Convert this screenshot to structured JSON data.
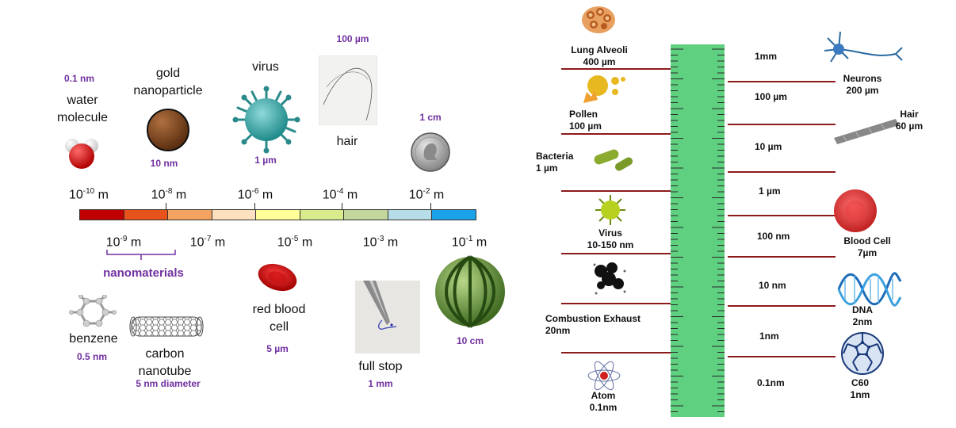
{
  "left": {
    "water": {
      "name": [
        "water",
        "molecule"
      ],
      "size": "0.1 nm"
    },
    "gold": {
      "name": [
        "gold",
        "nanoparticle"
      ],
      "size": "10 nm"
    },
    "virus": {
      "name": "virus",
      "size": "1 µm"
    },
    "hair": {
      "name": "hair",
      "size": "100 µm"
    },
    "coin": {
      "size": "1 cm"
    },
    "ticks_top": [
      {
        "base": "10",
        "exp": "-10",
        "unit": " m"
      },
      {
        "base": "10",
        "exp": "-8",
        "unit": " m"
      },
      {
        "base": "10",
        "exp": "-6",
        "unit": " m"
      },
      {
        "base": "10",
        "exp": "-4",
        "unit": " m"
      },
      {
        "base": "10",
        "exp": "-2",
        "unit": " m"
      }
    ],
    "ticks_bottom": [
      {
        "base": "10",
        "exp": "-9",
        "unit": " m"
      },
      {
        "base": "10",
        "exp": "-7",
        "unit": " m"
      },
      {
        "base": "10",
        "exp": "-5",
        "unit": " m"
      },
      {
        "base": "10",
        "exp": "-3",
        "unit": " m"
      },
      {
        "base": "10",
        "exp": "-1",
        "unit": " m"
      }
    ],
    "scale_colors": [
      "#c00000",
      "#e8531c",
      "#f4a460",
      "#fde0c0",
      "#ffff99",
      "#d8ec8c",
      "#c3d69b",
      "#b7dee8",
      "#1aa3e8"
    ],
    "nanomaterials": "nanomaterials",
    "benzene": {
      "name": "benzene",
      "size": "0.5 nm"
    },
    "nanotube": {
      "name": [
        "carbon",
        "nanotube"
      ],
      "size": "5 nm diameter"
    },
    "rbc": {
      "name": [
        "red blood",
        "cell"
      ],
      "size": "5 µm"
    },
    "fullstop": {
      "name": "full stop",
      "size": "1 mm"
    },
    "watermelon": {
      "size": "10 cm"
    }
  },
  "right": {
    "left_items": [
      {
        "name": "Lung Alveoli",
        "size": "400 µm"
      },
      {
        "name": "Pollen",
        "size": "100 µm"
      },
      {
        "name": "Bacteria",
        "size": "1 µm"
      },
      {
        "name": "Virus",
        "size": "10-150 nm"
      },
      {
        "name": "Combustion Exhaust",
        "size": "20nm"
      },
      {
        "name": "Atom",
        "size": "0.1nm"
      }
    ],
    "right_items": [
      {
        "name": "Neurons",
        "size": "200 µm"
      },
      {
        "name": "Hair",
        "size": "60 µm"
      },
      {
        "name": "Blood Cell",
        "size": "7µm"
      },
      {
        "name": "DNA",
        "size": "2nm"
      },
      {
        "name": "C60",
        "size": "1nm"
      }
    ],
    "measures": [
      "1mm",
      "100 µm",
      "10 µm",
      "1 µm",
      "100 nm",
      "10 nm",
      "1nm",
      "0.1nm"
    ]
  }
}
